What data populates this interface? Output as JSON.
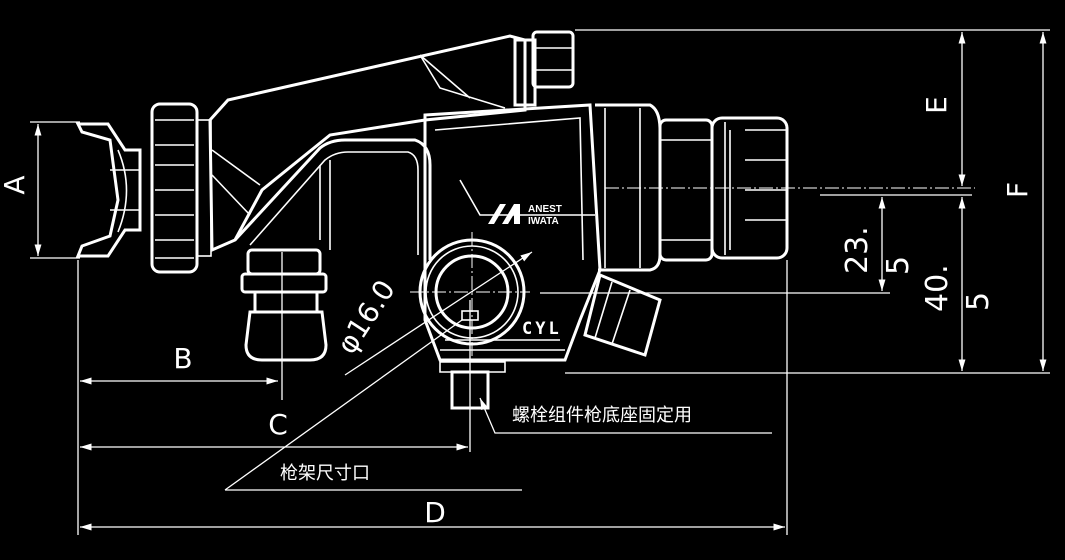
{
  "drawing": {
    "dimension_labels": {
      "a": "A",
      "b": "B",
      "c": "C",
      "d": "D",
      "e": "E",
      "f": "F"
    },
    "diameter_label": "φ16.0",
    "dim_23_5": {
      "line1": "23.",
      "line2": "5"
    },
    "dim_40_5": {
      "line1": "40.",
      "line2": "5"
    },
    "cyl_marking": "CYL",
    "logo": "ANEST IWATA",
    "note_bolt": "螺栓组件枪底座固定用",
    "note_mount": "枪架尺寸口",
    "colors": {
      "background": "#000000",
      "lines": "#ffffff"
    }
  }
}
